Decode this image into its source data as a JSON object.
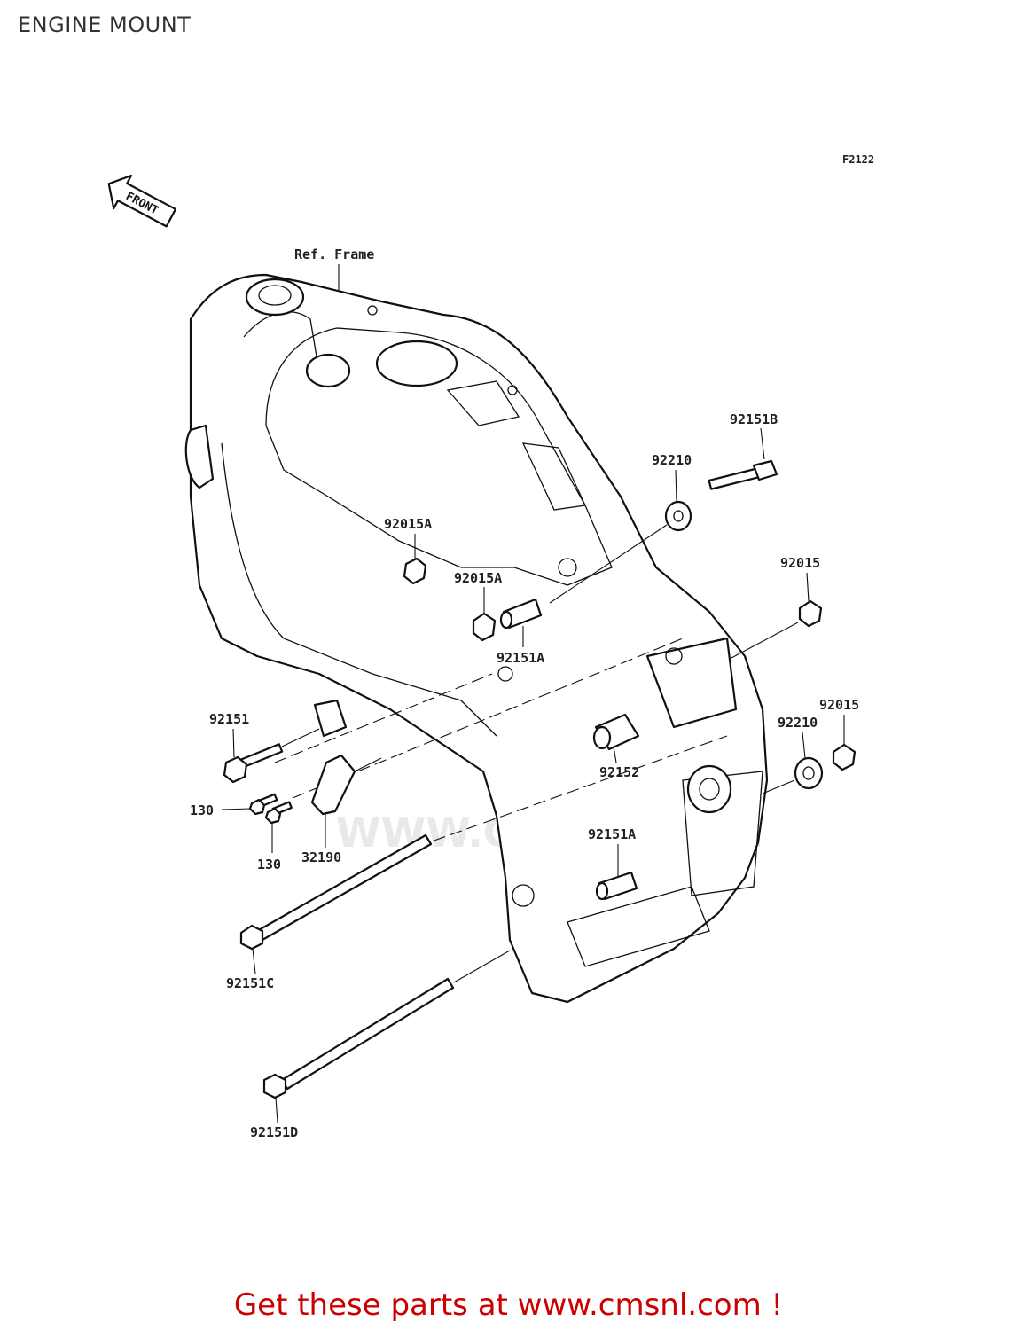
{
  "header": {
    "title": "ENGINE MOUNT"
  },
  "diagram": {
    "figure_code": "F2122",
    "front_arrow_label": "FRONT",
    "ref_label": "Ref. Frame",
    "watermark_text": "WWW.CMSNL.COM",
    "parts": {
      "p92151B": "92151B",
      "p92210_top": "92210",
      "p92015A_upper": "92015A",
      "p92015A_lower": "92015A",
      "p92151A_upper": "92151A",
      "p92015_right": "92015",
      "p92015_lower": "92015",
      "p92210_lower": "92210",
      "p92151": "92151",
      "p92152": "92152",
      "p130_upper": "130",
      "p130_lower": "130",
      "p32190": "32190",
      "p92151A_lower": "92151A",
      "p92151C": "92151C",
      "p92151D": "92151D"
    }
  },
  "footer": {
    "link_text": "Get these parts at www.cmsnl.com !",
    "color": "#cc0000"
  }
}
